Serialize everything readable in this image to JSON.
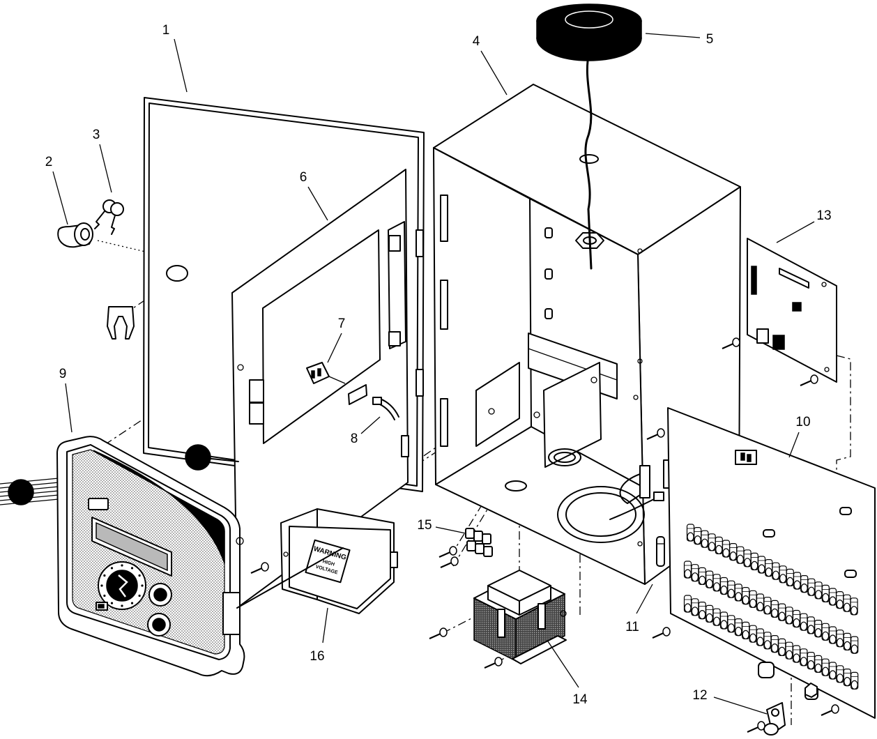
{
  "callout_numbers": {
    "n1": "1",
    "n2": "2",
    "n3": "3",
    "n4": "4",
    "n5": "5",
    "n6": "6",
    "n7": "7",
    "n8": "8",
    "n9": "9",
    "n10": "10",
    "n11": "11",
    "n12": "12",
    "n13": "13",
    "n14": "14",
    "n15": "15",
    "n16": "16"
  },
  "warning_label": {
    "line1": "WARNING",
    "line2": "HIGH",
    "line3": "VOLTAGE"
  },
  "colors": {
    "line": "#000000",
    "background": "#ffffff",
    "solid_fill": "#000000",
    "stipple": "#b9b9b9"
  }
}
